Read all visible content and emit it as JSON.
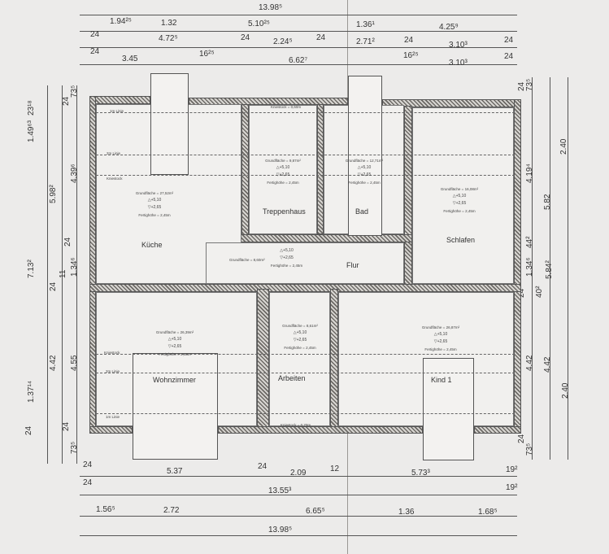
{
  "dims": {
    "top": [
      "13.98⁵",
      "1.94²⁵",
      "1.32",
      "5.10²⁵",
      "1.36¹",
      "4.25⁹",
      "24",
      "4.72⁵",
      "24",
      "2.24⁵",
      "24",
      "2.71²",
      "24",
      "3.10³",
      "24",
      "24",
      "3.45",
      "16²⁵",
      "6.62⁷",
      "16²⁵",
      "3.10³",
      "24"
    ],
    "bottom": [
      "24",
      "5.37",
      "24",
      "2.09",
      "12",
      "5.73³",
      "19²",
      "24",
      "13.55³",
      "19²",
      "1.56⁵",
      "2.72",
      "6.65⁵",
      "1.36",
      "1.68⁵",
      "13.98⁵"
    ],
    "left": [
      "7.13²",
      "1.49⁶³",
      "23¹⁸",
      "5.98²",
      "4.39⁶",
      "24",
      "1.34⁶",
      "11",
      "24",
      "4.42",
      "4.55",
      "1.37¹⁴",
      "24",
      "73⁵",
      "73⁵",
      "24",
      "24"
    ],
    "right": [
      "73⁵",
      "4.19⁴",
      "44²",
      "1.34⁶",
      "24",
      "40²",
      "4.42",
      "73⁵",
      "5.82",
      "5.84²",
      "4.42",
      "2.40",
      "2.40",
      "24",
      "24"
    ]
  },
  "rooms": {
    "kueche": {
      "name": "Küche",
      "area": "Grundfläche = 27,52m²",
      "top": "△+5,10",
      "bottom": "▽+2,65",
      "height": "Fertighöhe = 2,45m"
    },
    "treppenhaus": {
      "name": "Treppenhaus",
      "area": "Grundfläche = 9,87m²",
      "top": "△+5,10",
      "bottom": "▽+2,65",
      "height": "Fertighöhe = 2,45m"
    },
    "bad": {
      "name": "Bad",
      "area": "Grundfläche = 12,71m²",
      "top": "△+5,10",
      "bottom": "▽+2,65",
      "height": "Fertighöhe = 2,45m"
    },
    "schlafen": {
      "name": "Schlafen",
      "area": "Grundfläche = 16,08m²",
      "top": "△+5,10",
      "bottom": "▽+2,65",
      "height": "Fertighöhe = 2,45m"
    },
    "flur": {
      "name": "Flur",
      "area": "Grundfläche = 8,60m²",
      "top": "△+5,10",
      "bottom": "▽+2,65",
      "height": "Fertighöhe = 2,45m"
    },
    "wohnzimmer": {
      "name": "Wohnzimmer",
      "area": "Grundfläche = 26,39m²",
      "top": "△+5,10",
      "bottom": "▽+2,65",
      "height": "Fertighöhe = 2,45m"
    },
    "arbeiten": {
      "name": "Arbeiten",
      "area": "Grundfläche = 8,61m²",
      "top": "△+5,10",
      "bottom": "▽+2,65",
      "height": "Fertighöhe = 2,45m"
    },
    "kind1": {
      "name": "Kind 1",
      "area": "Grundfläche = 26,87m²",
      "top": "△+5,10",
      "bottom": "▽+2,65",
      "height": "Fertighöhe = 2,45m"
    }
  },
  "lines": {
    "one_m": "1m Linie",
    "two_m": "2m Linie",
    "kniestock": "Kniestock",
    "kniestock_060": "Kniestock = 0,60m",
    "kniestock_070": "Kniestock = 0,70m"
  }
}
